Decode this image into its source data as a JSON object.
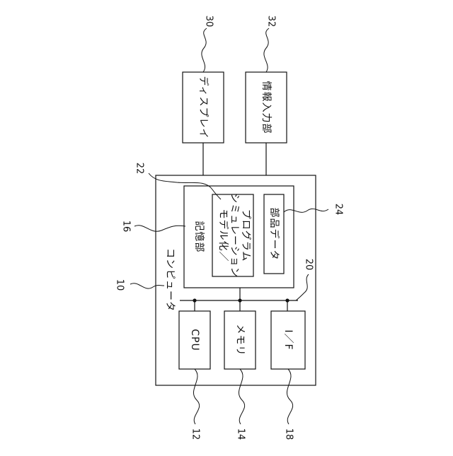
{
  "computer": {
    "ref": "10",
    "label": "コンピュータ"
  },
  "storage": {
    "ref": "16",
    "label": "記憶部"
  },
  "program": {
    "ref": "22",
    "line1": "モデル化／",
    "line2": "シミュレーション",
    "line3": "プログラム"
  },
  "parts_data": {
    "ref": "24",
    "label": "部品データ"
  },
  "bus": {
    "ref": "20"
  },
  "cpu": {
    "ref": "12",
    "label": "CPU"
  },
  "memory": {
    "ref": "14",
    "label": "メモリ"
  },
  "interface": {
    "ref": "18",
    "label": "I／F"
  },
  "display": {
    "ref": "30",
    "label": "ディスプレイ"
  },
  "info_input": {
    "ref": "32",
    "label": "情報入力部"
  }
}
